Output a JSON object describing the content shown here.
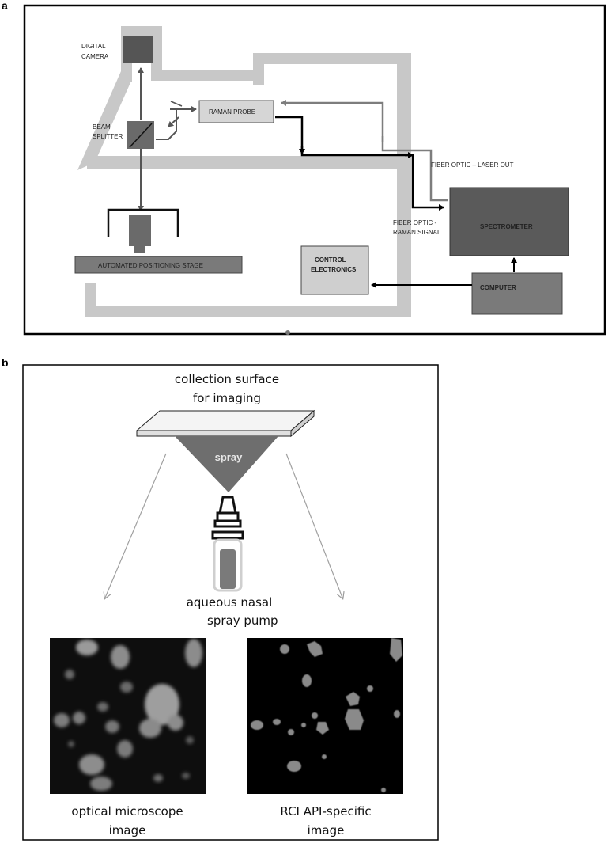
{
  "panel_a": {
    "letter": "a",
    "labels": {
      "digital_camera": [
        "DIGITAL",
        "CAMERA"
      ],
      "beam_splitter": [
        "BEAM",
        "SPLITTER"
      ],
      "raman_probe": "RAMAN PROBE",
      "fiber_laser_out": "FIBER OPTIC – LASER OUT",
      "fiber_raman_signal": [
        "FIBER OPTIC -",
        "RAMAN SIGNAL"
      ],
      "spectrometer": "SPECTROMETER",
      "stage": "AUTOMATED POSITIONING STAGE",
      "control_electronics": [
        "CONTROL",
        "ELECTRONICS"
      ],
      "computer": "COMPUTER"
    }
  },
  "panel_b": {
    "letter": "b",
    "collection_surface": [
      "collection surface",
      "for imaging"
    ],
    "spray": "spray",
    "pump": [
      "aqueous nasal",
      "spray pump"
    ],
    "optical_caption": [
      "optical microscope",
      "image"
    ],
    "rci_caption": [
      "RCI API-specific",
      "image"
    ]
  },
  "colors": {
    "tube": "#c8c8c8",
    "dark_box": "#555555",
    "mid_box": "#7a7a7a",
    "light_box": "#d4d4d4",
    "gray_arrow": "#808080",
    "black_arrow": "#000000"
  }
}
